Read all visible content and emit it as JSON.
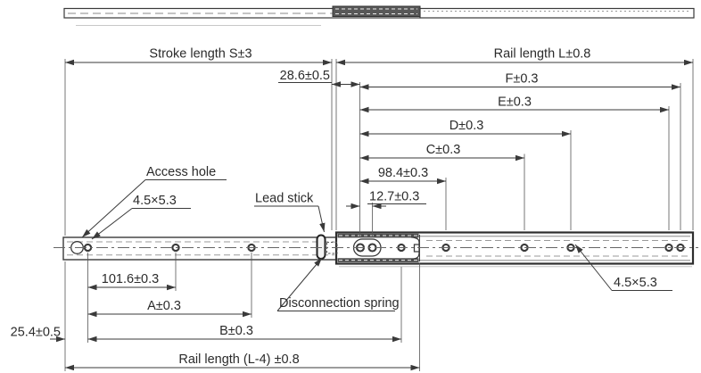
{
  "drawing_type": "telescopic drawer slide rail dimensional drawing",
  "labels": {
    "stroke_length": "Stroke length S±3",
    "rail_length": "Rail length L±0.8",
    "offset_28_6": "28.6±0.5",
    "f": "F±0.3",
    "e": "E±0.3",
    "d": "D±0.3",
    "c": "C±0.3",
    "pitch_98_4": "98.4±0.3",
    "pitch_12_7": "12.7±0.3",
    "access_hole": "Access hole",
    "hole_size_front": "4.5×5.3",
    "lead_stick": "Lead stick",
    "disconnection_spring": "Disconnection spring",
    "pitch_101_6": "101.6±0.3",
    "a": "A±0.3",
    "offset_25_4": "25.4±0.5",
    "b": "B±0.3",
    "rail_length_l_minus_4": "Rail length (L-4) ±0.8",
    "hole_size_rear": "4.5×5.3"
  },
  "colors": {
    "line": "#3a3a3a",
    "text": "#2b2b2b",
    "hatch": "#4c4c4c",
    "background": "#ffffff"
  }
}
